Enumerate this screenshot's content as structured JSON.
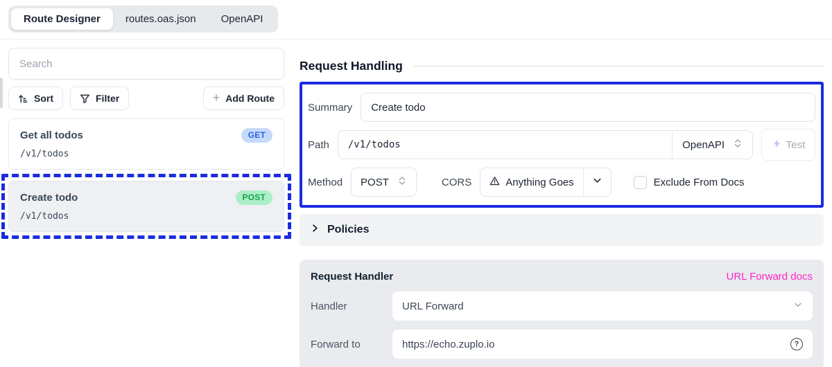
{
  "tabs": [
    {
      "label": "Route Designer",
      "active": true
    },
    {
      "label": "routes.oas.json",
      "active": false
    },
    {
      "label": "OpenAPI",
      "active": false
    }
  ],
  "sidebar": {
    "search_placeholder": "Search",
    "sort_label": "Sort",
    "filter_label": "Filter",
    "add_route_label": "Add Route",
    "routes": [
      {
        "title": "Get all todos",
        "path": "/v1/todos",
        "method": "GET",
        "selected": false
      },
      {
        "title": "Create todo",
        "path": "/v1/todos",
        "method": "POST",
        "selected": true
      }
    ]
  },
  "request_handling": {
    "title": "Request Handling",
    "summary_label": "Summary",
    "summary_value": "Create todo",
    "path_label": "Path",
    "path_value": "/v1/todos",
    "path_mode": "OpenAPI",
    "test_label": "Test",
    "method_label": "Method",
    "method_value": "POST",
    "cors_label": "CORS",
    "cors_value": "Anything Goes",
    "exclude_from_docs_label": "Exclude From Docs",
    "exclude_checked": false
  },
  "policies": {
    "title": "Policies"
  },
  "request_handler": {
    "title": "Request Handler",
    "docs_link": "URL Forward docs",
    "handler_label": "Handler",
    "handler_value": "URL Forward",
    "forward_to_label": "Forward to",
    "forward_to_value": "https://echo.zuplo.io"
  },
  "icons": {
    "plus": "+",
    "question_mark": "?"
  },
  "colors": {
    "accent_blue": "#1b2ce0",
    "badge_get_bg": "#c5d9fb",
    "badge_get_text": "#2a62e9",
    "badge_post_bg": "#aceec7",
    "badge_post_text": "#17a34e",
    "docs_link_pink": "#ff24c8",
    "test_zap_purple": "#c9bcf4"
  }
}
